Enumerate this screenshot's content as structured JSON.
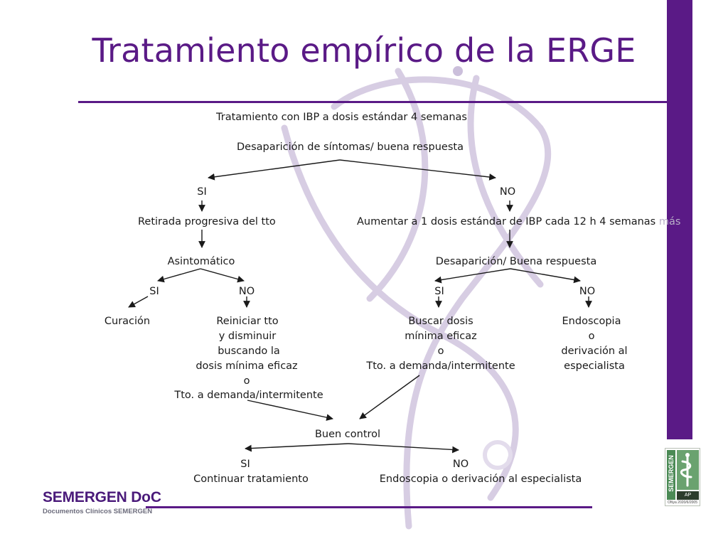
{
  "title": "Tratamiento empírico de la ERGE",
  "flow": {
    "start": "Tratamiento con IBP a dosis estándar 4 semanas",
    "q1": "Desaparición de síntomas/ buena respuesta",
    "si": "SI",
    "no": "NO",
    "left_step": "Retirada progresiva del tto",
    "right_step": "Aumentar a 1 dosis estándar de IBP cada 12 h 4 semanas",
    "right_step_tail": "más",
    "asintomatico": "Asintomático",
    "curacion": "Curación",
    "reiniciar": [
      "Reiniciar tto",
      "y disminuir",
      "buscando la",
      "dosis mínima eficaz",
      "o",
      "Tto. a demanda/intermitente"
    ],
    "q2": "Desaparición/ Buena respuesta",
    "buscar": [
      "Buscar dosis",
      "mínima eficaz",
      "o",
      "Tto. a demanda/intermitente"
    ],
    "endoscopia": [
      "Endoscopia",
      "o",
      "derivación al",
      "especialista"
    ],
    "buen_control": "Buen control",
    "continuar": "Continuar tratamiento",
    "final_no": "Endoscopia o derivación al especialista"
  },
  "brand": {
    "name": "SEMERGEN DoC",
    "subtitle": "Documentos Clínicos SEMERGEN",
    "logo_vertical": "SEMERGEN",
    "logo_badge": "AP",
    "logo_year": "ONya 2020/6/2005"
  },
  "colors": {
    "accent": "#5a1a86",
    "logo_green": "#6aa26f"
  }
}
